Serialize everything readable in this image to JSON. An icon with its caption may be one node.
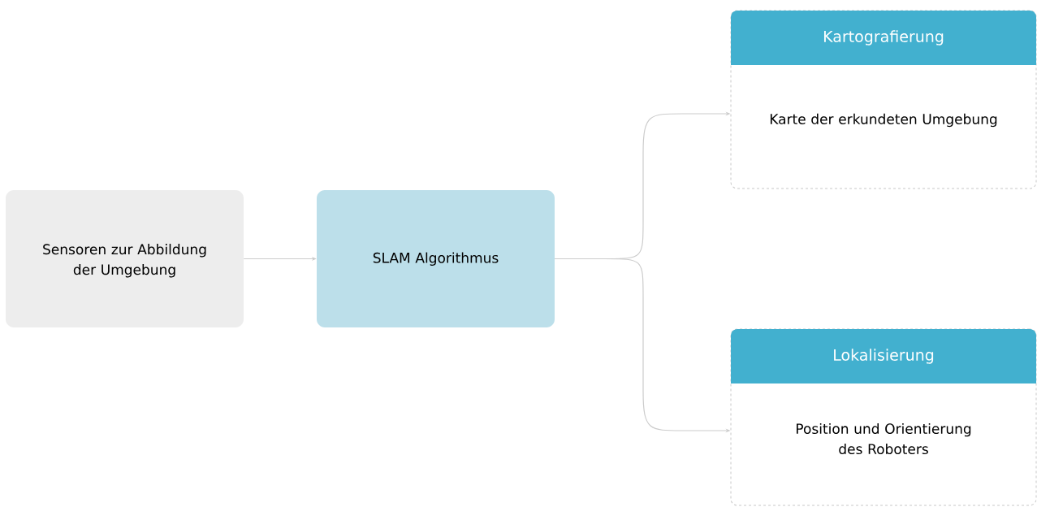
{
  "diagram": {
    "nodes": [
      {
        "text": [
          "Sensoren zur Abbildung der Umgebung"
        ]
      },
      {
        "text": [
          "SLAM Algorithmus"
        ]
      },
      {
        "text": [
          "Kartografierung",
          "Karte der erkundeten Umgebung"
        ]
      },
      {
        "text": [
          "Lokalisierung",
          "Position und Orientierung des Roboters"
        ]
      }
    ],
    "edges": [
      {
        "from": 0,
        "to": 1,
        "arrow": "to"
      },
      {
        "from": 1,
        "to": 2,
        "arrow": "to"
      },
      {
        "from": 1,
        "to": 3,
        "arrow": "to"
      }
    ]
  }
}
